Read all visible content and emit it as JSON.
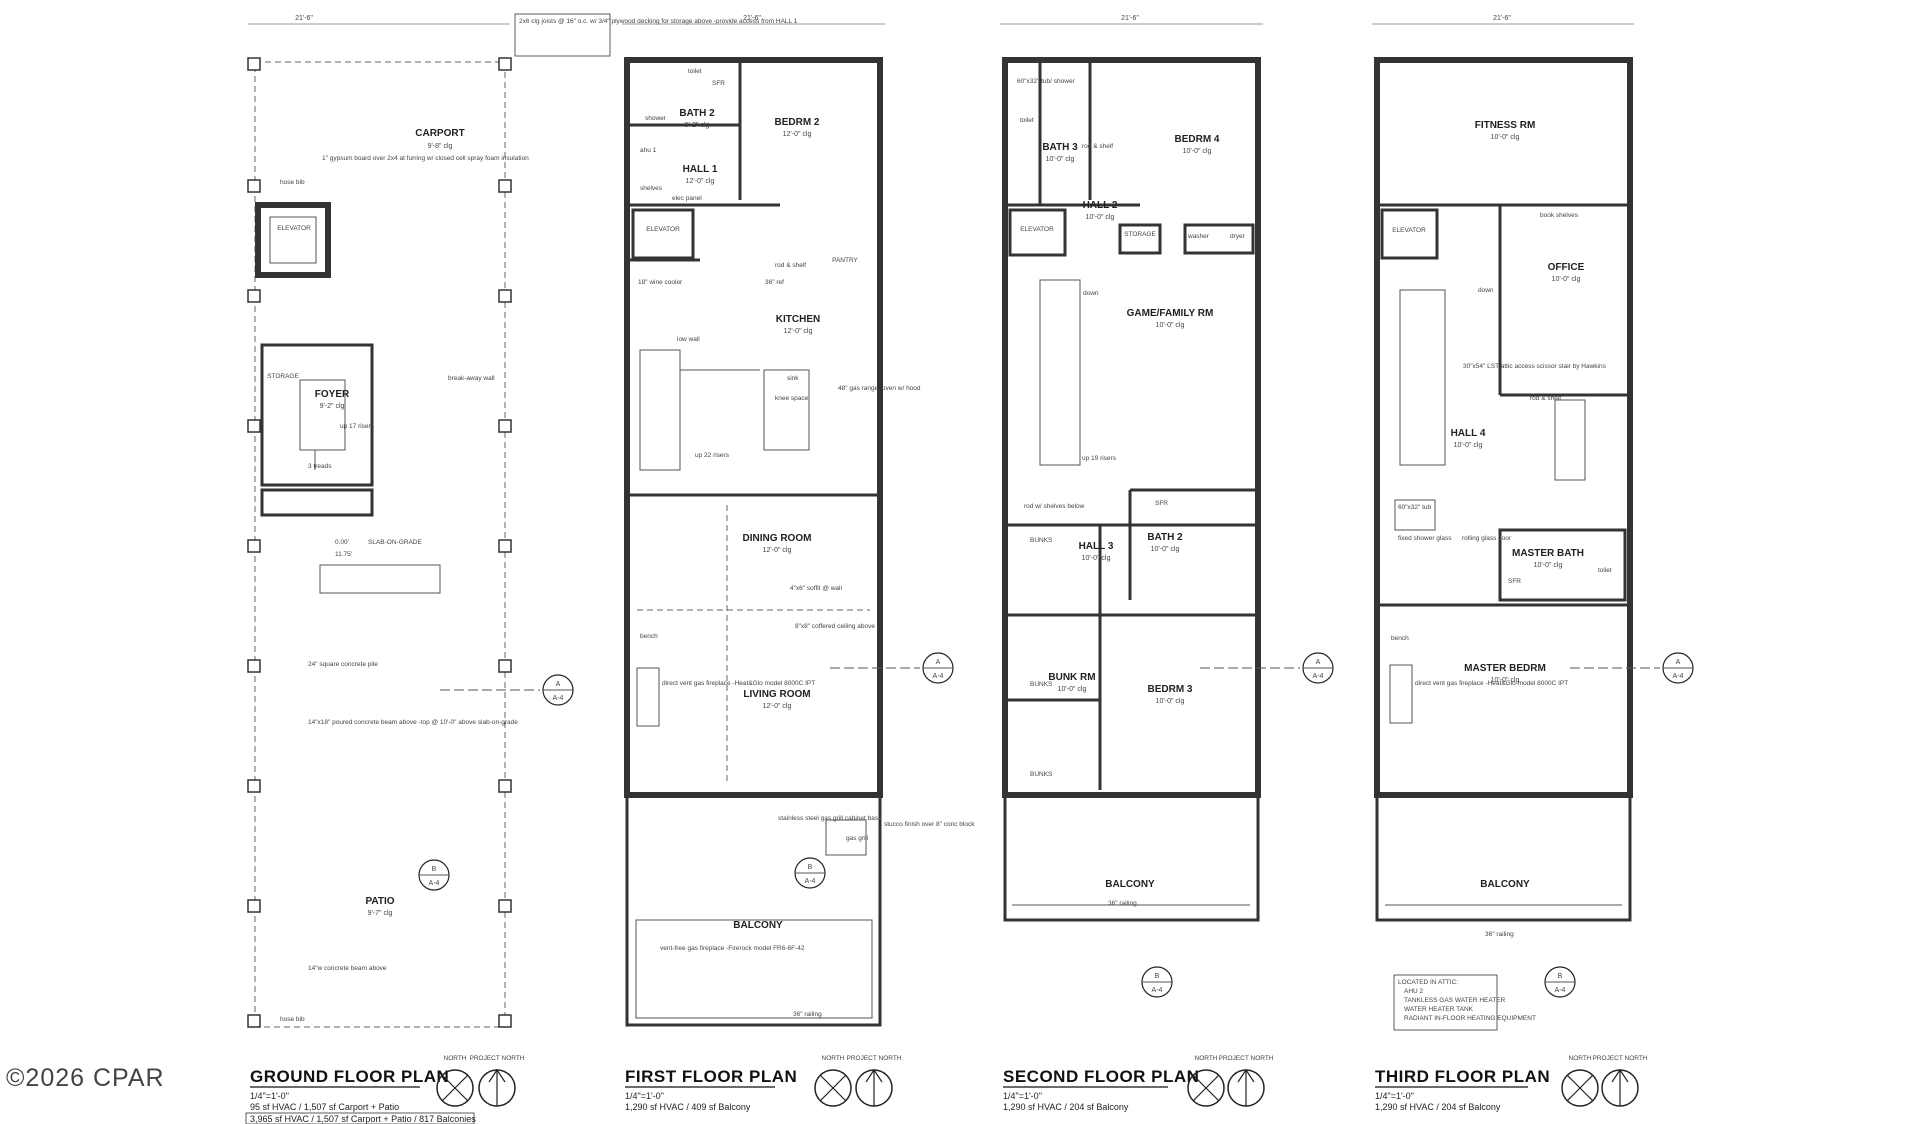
{
  "watermark": "©2026 CPAR",
  "plans": [
    {
      "title": "GROUND FLOOR PLAN",
      "scale": "1/4\"=1'-0\"",
      "area_line1": "95 sf HVAC / 1,507 sf Carport + Patio",
      "area_line2": "3,965 sf HVAC / 1,507 sf Carport + Patio / 817 Balconies",
      "north": "NORTH",
      "project_north": "PROJECT NORTH",
      "top_dim": "21'-6\"",
      "rooms": [
        {
          "name": "CARPORT",
          "sub": "9'-8\" clg"
        },
        {
          "name": "ELEVATOR",
          "sub": ""
        },
        {
          "name": "STORAGE",
          "sub": ""
        },
        {
          "name": "FOYER",
          "sub": "9'-2\" clg"
        },
        {
          "name": "PATIO",
          "sub": "9'-7\" clg"
        }
      ],
      "notes": [
        "hose bib",
        "1\" gypsum board over 2x4 at furring w/ closed cell spray foam insulation",
        "break-away wall",
        "0.00'",
        "11.75'",
        "SLAB-ON-GRADE",
        "24\" square concrete pile",
        "14\"x18\" poured concrete beam above -top @ 10'-0\" above slab-on-grade",
        "14\"w concrete beam above",
        "up 17 risers",
        "3 treads"
      ],
      "section_a": "A",
      "section_b": "B",
      "sheet": "A-4"
    },
    {
      "title": "FIRST FLOOR PLAN",
      "scale": "1/4\"=1'-0\"",
      "area_line1": "1,290 sf HVAC / 409 sf Balcony",
      "north": "NORTH",
      "project_north": "PROJECT NORTH",
      "top_dim": "21'-6\"",
      "rooms": [
        {
          "name": "BATH 2",
          "sub": "9'-2\" clg"
        },
        {
          "name": "BEDRM 2",
          "sub": "12'-0\" clg"
        },
        {
          "name": "HALL 1",
          "sub": "12'-0\" clg"
        },
        {
          "name": "ELEVATOR",
          "sub": ""
        },
        {
          "name": "PANTRY",
          "sub": ""
        },
        {
          "name": "KITCHEN",
          "sub": "12'-0\" clg"
        },
        {
          "name": "DINING ROOM",
          "sub": "12'-0\" clg"
        },
        {
          "name": "LIVING ROOM",
          "sub": "12'-0\" clg"
        },
        {
          "name": "BALCONY",
          "sub": ""
        }
      ],
      "notes": [
        "2x6 clg joists @ 16\" o.c. w/ 3/4\" plywood decking for storage above -provide access from HALL 1",
        "toilet",
        "SFR",
        "shower",
        "ahu 1",
        "shelves",
        "elec panel",
        "rod & shelf",
        "18\" wine cooler",
        "low wall",
        "sink",
        "knee space",
        "48\" gas range, oven w/ hood",
        "36\" ref",
        "direct vent gas fireplace -Heat&Glo model 8000C IPT",
        "bench",
        "stainless steel gas grill cabinet base",
        "gas grill",
        "stucco finish over 8\" conc block",
        "vent-free gas fireplace -Firerock model FR6-6F-42",
        "36\" railing",
        "up 22 risers",
        "4\"x6\" soffit @ wall",
        "8\"x8\" coffered ceiling above"
      ],
      "section_a": "A",
      "section_b": "B",
      "sheet": "A-4"
    },
    {
      "title": "SECOND FLOOR PLAN",
      "scale": "1/4\"=1'-0\"",
      "area_line1": "1,290 sf HVAC / 204 sf Balcony",
      "north": "NORTH",
      "project_north": "PROJECT NORTH",
      "top_dim": "21'-6\"",
      "rooms": [
        {
          "name": "BATH 3",
          "sub": "10'-0\" clg"
        },
        {
          "name": "BEDRM 4",
          "sub": "10'-0\" clg"
        },
        {
          "name": "HALL 2",
          "sub": "10'-0\" clg"
        },
        {
          "name": "ELEVATOR",
          "sub": ""
        },
        {
          "name": "STORAGE",
          "sub": ""
        },
        {
          "name": "GAME/FAMILY RM",
          "sub": "10'-0\" clg"
        },
        {
          "name": "HALL 3",
          "sub": "10'-0\" clg"
        },
        {
          "name": "BATH 2",
          "sub": "10'-0\" clg"
        },
        {
          "name": "BUNK RM",
          "sub": "10'-0\" clg"
        },
        {
          "name": "BEDRM 3",
          "sub": "10'-0\" clg"
        },
        {
          "name": "BALCONY",
          "sub": ""
        }
      ],
      "notes": [
        "60\"x32\" tub/ shower",
        "toilet",
        "rod & shelf",
        "washer",
        "dryer",
        "down",
        "up 19 risers",
        "BUNKS",
        "rod w/ shelves below",
        "SFR",
        "36\" railing"
      ],
      "section_a": "A",
      "section_b": "B",
      "sheet": "A-4"
    },
    {
      "title": "THIRD FLOOR PLAN",
      "scale": "1/4\"=1'-0\"",
      "area_line1": "1,290 sf HVAC / 204 sf Balcony",
      "north": "NORTH",
      "project_north": "PROJECT NORTH",
      "top_dim": "21'-6\"",
      "rooms": [
        {
          "name": "FITNESS RM",
          "sub": "10'-0\" clg"
        },
        {
          "name": "ELEVATOR",
          "sub": ""
        },
        {
          "name": "OFFICE",
          "sub": "10'-0\" clg"
        },
        {
          "name": "HALL 4",
          "sub": "10'-0\" clg"
        },
        {
          "name": "MASTER BATH",
          "sub": "10'-0\" clg"
        },
        {
          "name": "MASTER BEDRM",
          "sub": "10'-0\" clg"
        },
        {
          "name": "BALCONY",
          "sub": ""
        }
      ],
      "notes": [
        "book shelves",
        "down",
        "30\"x54\" LST attic access scissor stair by Hawkins",
        "rod & shelf",
        "60\"x32\" tub",
        "fixed shower glass",
        "rolling glass door",
        "SFR",
        "toilet",
        "direct vent gas fireplace -Heat&Glo model 8000C IPT",
        "bench",
        "36\" railing"
      ],
      "attic_box": [
        "LOCATED IN ATTIC:",
        "AHU 2",
        "TANKLESS GAS WATER HEATER",
        "WATER HEATER TANK",
        "RADIANT IN-FLOOR HEATING EQUIPMENT"
      ],
      "section_a": "A",
      "section_b": "B",
      "sheet": "A-4"
    }
  ]
}
